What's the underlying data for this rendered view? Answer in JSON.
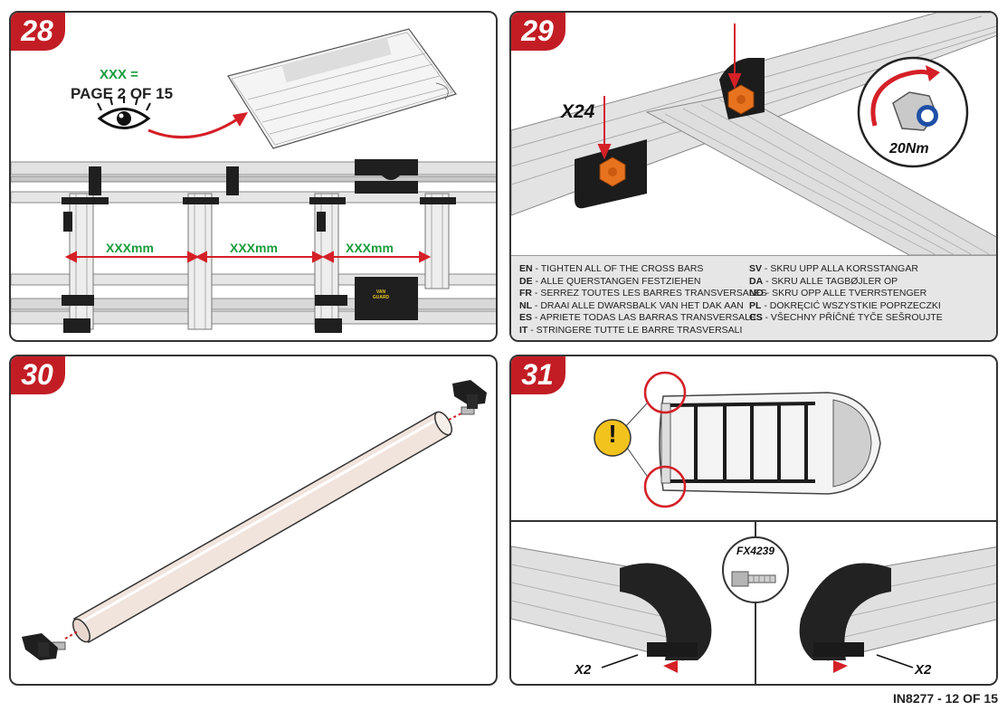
{
  "steps": {
    "s28": {
      "number": "28",
      "xxx_equals": "XXX =",
      "page_ref": "PAGE 2 OF 15",
      "spacing_labels": [
        "XXXmm",
        "XXXmm",
        "XXXmm"
      ],
      "brand_label": "VAN GUARD"
    },
    "s29": {
      "number": "29",
      "quantity": "X24",
      "torque": "20Nm",
      "instructions_left": [
        {
          "code": "EN",
          "text": " - TIGHTEN ALL OF THE CROSS BARS"
        },
        {
          "code": "DE",
          "text": " - ALLE QUERSTANGEN FESTZIEHEN"
        },
        {
          "code": "FR",
          "text": " - SERREZ TOUTES LES BARRES TRANSVERSALES"
        },
        {
          "code": "NL",
          "text": " - DRAAI ALLE DWARSBALK VAN HET DAK AAN"
        },
        {
          "code": "ES",
          "text": " - APRIETE TODAS LAS BARRAS TRANSVERSALES"
        },
        {
          "code": "IT",
          "text": " - STRINGERE TUTTE LE BARRE TRASVERSALI"
        }
      ],
      "instructions_right": [
        {
          "code": "SV",
          "text": " - SKRU UPP ALLA KORSSTANGAR"
        },
        {
          "code": "DA",
          "text": " - SKRU ALLE TAGBØJLER OP"
        },
        {
          "code": "NO",
          "text": " - SKRU OPP ALLE TVERRSTENGER"
        },
        {
          "code": "PL",
          "text": " - DOKRĘCIĆ WSZYSTKIE POPRZECZKI"
        },
        {
          "code": "CS",
          "text": " - VŠECHNY PŘÍČNÉ TYČE SEŠROUJTE"
        }
      ]
    },
    "s30": {
      "number": "30"
    },
    "s31": {
      "number": "31",
      "part_code": "FX4239",
      "qty_left": "X2",
      "qty_right": "X2",
      "warning_symbol": "!"
    }
  },
  "footer": "IN8277 - 12 OF 15",
  "colors": {
    "badge": "#c21d24",
    "accent_green": "#1a9c3c",
    "arrow_red": "#d42027",
    "orange": "#e8731f"
  },
  "icons": [
    "eye-icon",
    "warning-icon",
    "curved-arrow-icon",
    "nut-icon",
    "bolt-icon"
  ]
}
